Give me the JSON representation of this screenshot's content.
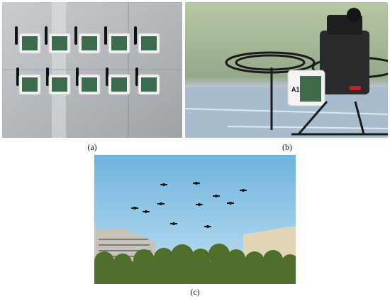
{
  "panels": [
    {
      "id": "a",
      "label": "(a)"
    },
    {
      "id": "b",
      "label": "(b)"
    },
    {
      "id": "c",
      "label": "(c)"
    }
  ],
  "drone_b": {
    "tag": "A1"
  },
  "formation_drone_count": 11
}
